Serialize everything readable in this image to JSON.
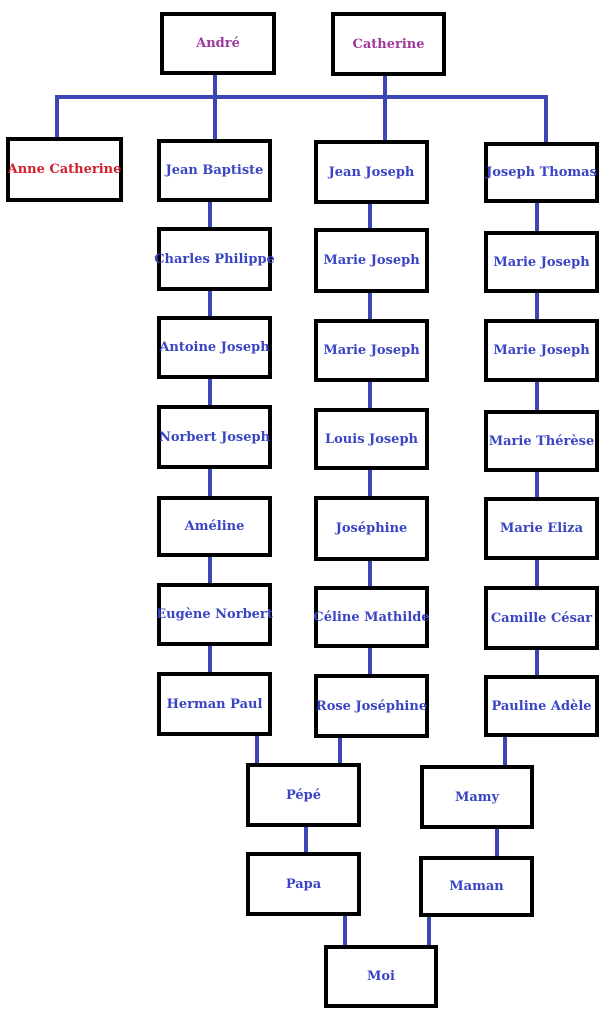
{
  "diagram_type": "family-tree",
  "colors": {
    "ancestor_purple": "#9e3a9c",
    "highlight_red": "#d2202f",
    "name_blue": "#3a45c4",
    "connector_blue": "#3c46b4",
    "box_border": "#000000",
    "box_background": "#ffffff",
    "page_background": "#ffffff"
  },
  "nodes": {
    "andre": {
      "label": "André",
      "text_color": "purple"
    },
    "catherine": {
      "label": "Catherine",
      "text_color": "purple"
    },
    "anne_catherine": {
      "label": "Anne Catherine",
      "text_color": "red"
    },
    "jean_baptiste": {
      "label": "Jean Baptiste",
      "text_color": "blue"
    },
    "jean_joseph": {
      "label": "Jean Joseph",
      "text_color": "blue"
    },
    "joseph_thomas": {
      "label": "Joseph Thomas",
      "text_color": "blue"
    },
    "charles_philippe": {
      "label": "Charles Philippe",
      "text_color": "blue"
    },
    "antoine_joseph": {
      "label": "Antoine Joseph",
      "text_color": "blue"
    },
    "norbert_joseph": {
      "label": "Norbert Joseph",
      "text_color": "blue"
    },
    "ameline": {
      "label": "Améline",
      "text_color": "blue"
    },
    "eugene_norbert": {
      "label": "Eugène Norbert",
      "text_color": "blue"
    },
    "herman_paul": {
      "label": "Herman Paul",
      "text_color": "blue"
    },
    "marie_joseph_1": {
      "label": "Marie Joseph",
      "text_color": "blue"
    },
    "marie_joseph_2": {
      "label": "Marie Joseph",
      "text_color": "blue"
    },
    "louis_joseph": {
      "label": "Louis Joseph",
      "text_color": "blue"
    },
    "josephine": {
      "label": "Joséphine",
      "text_color": "blue"
    },
    "celine_mathilde": {
      "label": "Céline Mathilde",
      "text_color": "blue"
    },
    "rose_josephine": {
      "label": "Rose Joséphine",
      "text_color": "blue"
    },
    "marie_joseph_3": {
      "label": "Marie Joseph",
      "text_color": "blue"
    },
    "marie_joseph_4": {
      "label": "Marie Joseph",
      "text_color": "blue"
    },
    "marie_therese": {
      "label": "Marie Thérèse",
      "text_color": "blue"
    },
    "marie_eliza": {
      "label": "Marie Eliza",
      "text_color": "blue"
    },
    "camille_cesar": {
      "label": "Camille César",
      "text_color": "blue"
    },
    "pauline_adele": {
      "label": "Pauline Adèle",
      "text_color": "blue"
    },
    "pepe": {
      "label": "Pépé",
      "text_color": "blue"
    },
    "mamy": {
      "label": "Mamy",
      "text_color": "blue"
    },
    "papa": {
      "label": "Papa",
      "text_color": "blue"
    },
    "maman": {
      "label": "Maman",
      "text_color": "blue"
    },
    "moi": {
      "label": "Moi",
      "text_color": "blue"
    }
  },
  "structure": {
    "couple": {
      "parents": [
        "andre",
        "catherine"
      ],
      "children": [
        "anne_catherine",
        "jean_baptiste",
        "jean_joseph",
        "joseph_thomas"
      ]
    },
    "lineages": [
      [
        "jean_baptiste",
        "charles_philippe",
        "antoine_joseph",
        "norbert_joseph",
        "ameline",
        "eugene_norbert",
        "herman_paul",
        "pepe"
      ],
      [
        "jean_joseph",
        "marie_joseph_1",
        "marie_joseph_2",
        "louis_joseph",
        "josephine",
        "celine_mathilde",
        "rose_josephine",
        "pepe"
      ],
      [
        "joseph_thomas",
        "marie_joseph_3",
        "marie_joseph_4",
        "marie_therese",
        "marie_eliza",
        "camille_cesar",
        "pauline_adele",
        "mamy"
      ],
      [
        "pepe",
        "papa",
        "moi"
      ],
      [
        "mamy",
        "maman",
        "moi"
      ]
    ]
  }
}
